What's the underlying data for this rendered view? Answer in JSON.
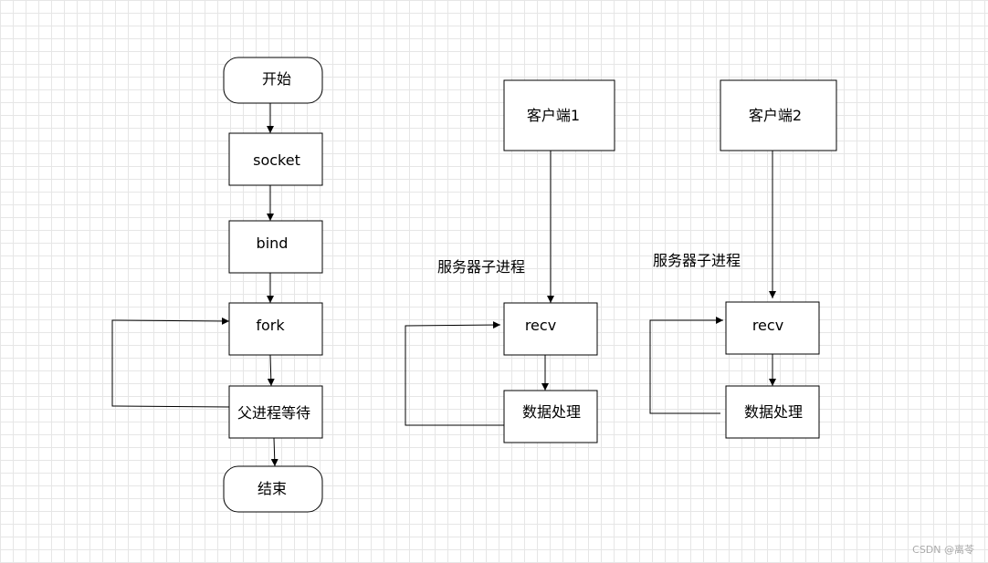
{
  "diagram": {
    "flow": {
      "start": "开始",
      "socket": "socket",
      "bind": "bind",
      "fork": "fork",
      "parent_wait": "父进程等待",
      "end": "结束"
    },
    "client1": {
      "client": "客户端1",
      "subprocess_label": "服务器子进程",
      "recv": "recv",
      "process": "数据处理"
    },
    "client2": {
      "client": "客户端2",
      "subprocess_label": "服务器子进程",
      "recv": "recv",
      "process": "数据处理"
    }
  },
  "watermark": "CSDN @离苓"
}
